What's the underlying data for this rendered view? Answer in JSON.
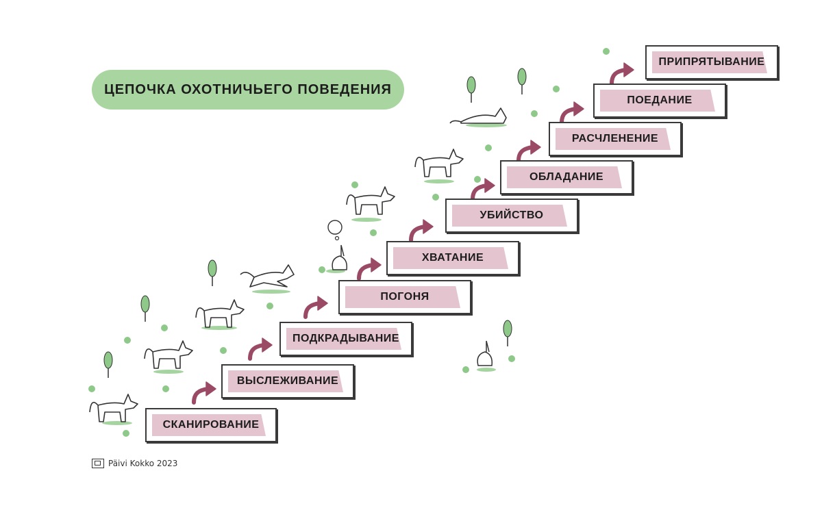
{
  "title": "ЦЕПОЧКА ОХОТНИЧЬЕГО ПОВЕДЕНИЯ",
  "steps": [
    "СКАНИРОВАНИЕ",
    "ВЫСЛЕЖИВАНИЕ",
    "ПОДКРАДЫВАНИЕ",
    "ПОГОНЯ",
    "ХВАТАНИЕ",
    "УБИЙСТВО",
    "ОБЛАДАНИЕ",
    "РАСЧЛЕНЕНИЕ",
    "ПОЕДАНИЕ",
    "ПРИПРЯТЫВАНИЕ"
  ],
  "credit": "Päivi Kokko 2023",
  "colors": {
    "title_bg": "#a9d5a0",
    "step_fill": "#e4c4cf",
    "arrow": "#9b4a66",
    "grass": "#8fc98a",
    "line": "#3a3a3a"
  },
  "icons": [
    "arrow-icon",
    "tree-icon",
    "grass-icon",
    "dog-icon",
    "rabbit-icon",
    "thought-bubble-icon"
  ]
}
